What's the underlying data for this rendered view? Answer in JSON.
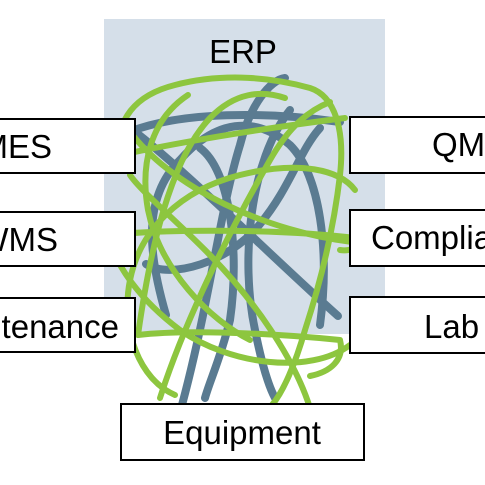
{
  "diagram": {
    "center_label": "ERP",
    "nodes": {
      "mes": "MES",
      "wms": "WMS",
      "maintenance": "Maintenance",
      "qms": "QMS",
      "compliance": "Compliance",
      "lab": "Lab",
      "equipment": "Equipment"
    },
    "colors": {
      "erp_panel": "#d5dfe9",
      "blue_links": "#5a7b91",
      "green_links": "#8dc63f",
      "box_border": "#000000",
      "box_fill": "#ffffff"
    }
  }
}
